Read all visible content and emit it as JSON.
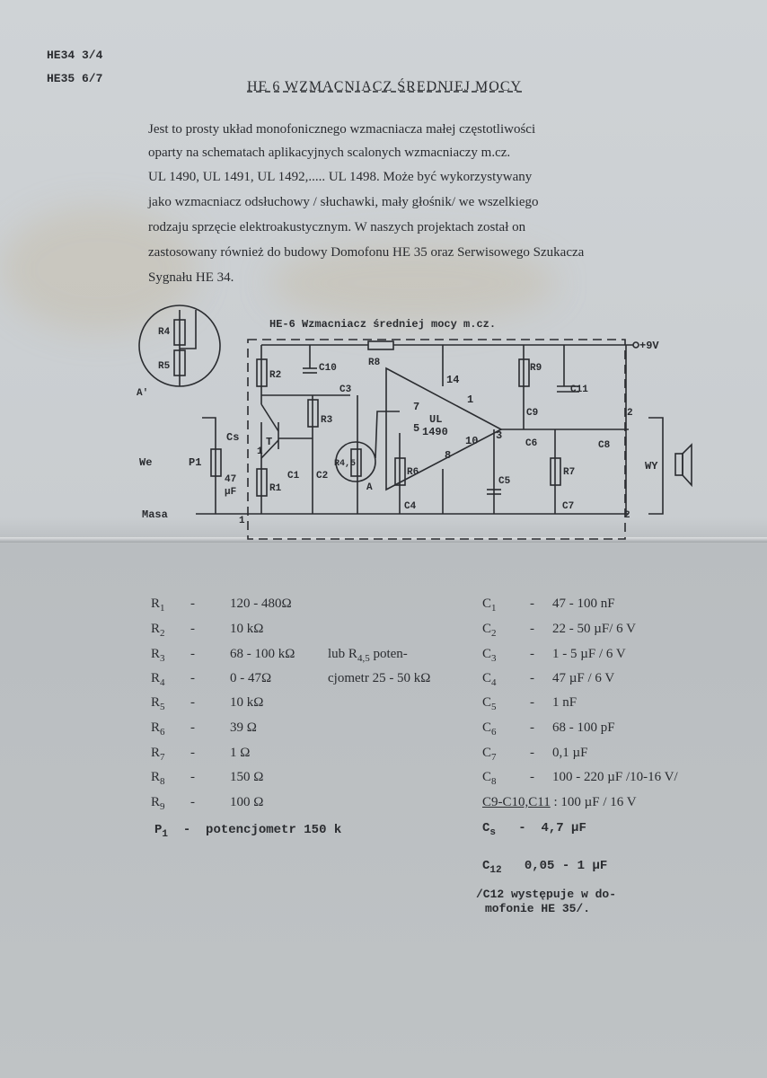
{
  "header": {
    "ref1": "HE34 3/4",
    "ref2": "HE35 6/7"
  },
  "title": "HE 6  WZMACNIACZ ŚREDNIEJ MOCY",
  "paragraph": [
    "Jest to prosty układ monofonicznego wzmacniacza małej częstotliwości",
    "oparty na schematach aplikacyjnych scalonych wzmacniaczy m.cz.",
    "UL 1490, UL 1491, UL 1492,..... UL 1498. Może być wykorzystywany",
    "jako wzmacniacz odsłuchowy / słuchawki, mały głośnik/ we wszelkiego",
    "rodzaju sprzęcie elektroakustycznym. W naszych projektach został on",
    "zastosowany również do budowy Domofonu HE 35 oraz Serwisowego Szukacza",
    "Sygnału HE 34."
  ],
  "schematic": {
    "title": "HE-6 Wzmacniacz średniej mocy m.cz.",
    "supply": "+9V",
    "ic": [
      "UL",
      "1490"
    ],
    "pins": [
      "14",
      "7",
      "5",
      "1",
      "3",
      "10",
      "8"
    ],
    "labels": {
      "input": "We",
      "ground": "Masa",
      "output": "WY",
      "pot": "P1",
      "cs": "Cs",
      "cs_value": "47",
      "cs_unit": "µF",
      "transistor": "T",
      "node_a": "A",
      "node_a_prime": "A'",
      "term1": "1",
      "term1b": "1",
      "term2": "2",
      "term2b": "2",
      "r45": "R4,5"
    },
    "parts": [
      "R1",
      "R2",
      "R3",
      "R4",
      "R5",
      "R6",
      "R7",
      "R8",
      "R9",
      "C1",
      "C2",
      "C3",
      "C4",
      "C5",
      "C6",
      "C7",
      "C8",
      "C9",
      "C10",
      "C11"
    ]
  },
  "parts_list": {
    "resistors": [
      {
        "name": "R",
        "sub": "1",
        "value": "120 - 480Ω"
      },
      {
        "name": "R",
        "sub": "2",
        "value": "10 kΩ"
      },
      {
        "name": "R",
        "sub": "3",
        "value": "68 - 100 kΩ"
      },
      {
        "name": "R",
        "sub": "4",
        "value": "0 - 47Ω"
      },
      {
        "name": "R",
        "sub": "5",
        "value": "10 kΩ"
      },
      {
        "name": "R",
        "sub": "6",
        "value": "39 Ω"
      },
      {
        "name": "R",
        "sub": "7",
        "value": "1 Ω"
      },
      {
        "name": "R",
        "sub": "8",
        "value": "150 Ω"
      },
      {
        "name": "R",
        "sub": "9",
        "value": "100 Ω"
      }
    ],
    "r_note_1": "lub R",
    "r_note_sub": "4,5",
    "r_note_2": " poten-",
    "r_note_3": "cjometr 25 - 50 kΩ",
    "pot": {
      "name": "P",
      "sub": "1",
      "value": "potencjometr 150 k"
    },
    "capacitors": [
      {
        "name": "C",
        "sub": "1",
        "value": "47 - 100 nF"
      },
      {
        "name": "C",
        "sub": "2",
        "value": "22 - 50 µF/ 6 V"
      },
      {
        "name": "C",
        "sub": "3",
        "value": "1  - 5 µF / 6 V"
      },
      {
        "name": "C",
        "sub": "4",
        "value": "47 µF / 6 V"
      },
      {
        "name": "C",
        "sub": "5",
        "value": "1 nF"
      },
      {
        "name": "C",
        "sub": "6",
        "value": "68 - 100 pF"
      },
      {
        "name": "C",
        "sub": "7",
        "value": "0,1 µF"
      },
      {
        "name": "C",
        "sub": "8",
        "value": "100 - 220 µF /10-16 V/"
      }
    ],
    "c9_11": {
      "label": "C9-C10,C11",
      "value": ": 100 µF / 16 V"
    },
    "cs": {
      "name": "C",
      "sub": "s",
      "value": "4,7 µF"
    },
    "c12": {
      "name": "C",
      "sub": "12",
      "value": "0,05 - 1   µF"
    },
    "note_1": "/C12 występuje w do-",
    "note_2": "mofonie HE 35/.",
    "dash": "-"
  }
}
